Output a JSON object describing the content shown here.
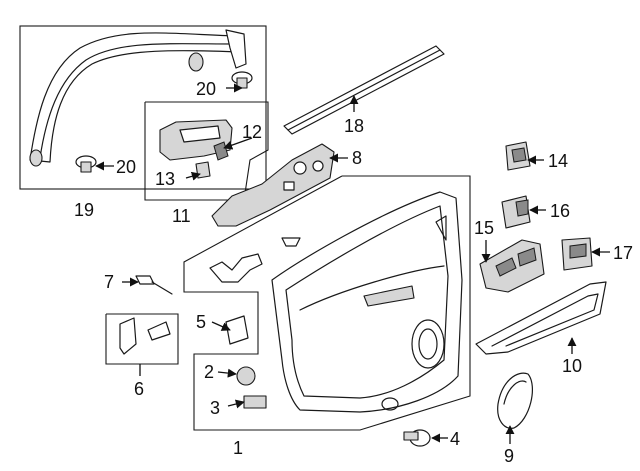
{
  "callouts": {
    "c1": "1",
    "c2": "2",
    "c3": "3",
    "c4": "4",
    "c5": "5",
    "c6": "6",
    "c7": "7",
    "c8": "8",
    "c9": "9",
    "c10": "10",
    "c11": "11",
    "c12": "12",
    "c13": "13",
    "c14": "14",
    "c15": "15",
    "c16": "16",
    "c17": "17",
    "c18": "18",
    "c19": "19",
    "c20a": "20",
    "c20b": "20"
  }
}
